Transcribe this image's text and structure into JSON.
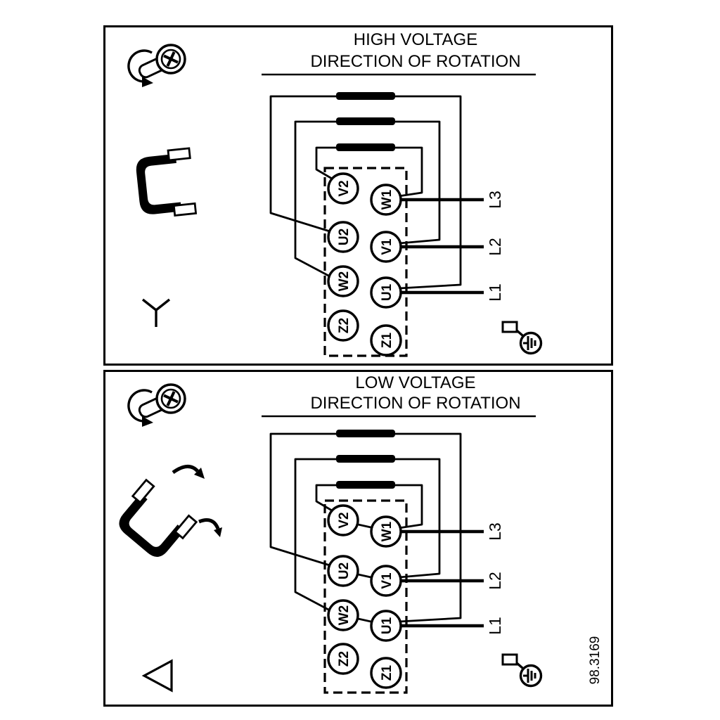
{
  "figure_number": "98.3169",
  "high_voltage": {
    "title1": "HIGH VOLTAGE",
    "title2": "DIRECTION OF ROTATION",
    "terminals_left": [
      "V2",
      "U2",
      "W2",
      "Z2"
    ],
    "terminals_right": [
      "W1",
      "V1",
      "U1",
      "Z1"
    ],
    "lines": [
      "L3",
      "L2",
      "L1"
    ],
    "connection": "star"
  },
  "low_voltage": {
    "title1": "LOW VOLTAGE",
    "title2": "DIRECTION OF ROTATION",
    "terminals_left": [
      "V2",
      "U2",
      "W2",
      "Z2"
    ],
    "terminals_right": [
      "W1",
      "V1",
      "U1",
      "Z1"
    ],
    "lines": [
      "L3",
      "L2",
      "L1"
    ],
    "connection": "delta"
  },
  "icons": {
    "screw_rotation": "screw-with-rotation-arrow",
    "link_bracket": "terminal-link-bracket",
    "move_arrows": "link-reposition-arrows",
    "star": "star-connection-symbol",
    "delta": "delta-connection-symbol",
    "ground": "ground-connection"
  },
  "colors": {
    "ink": "#000000",
    "background": "#ffffff"
  }
}
